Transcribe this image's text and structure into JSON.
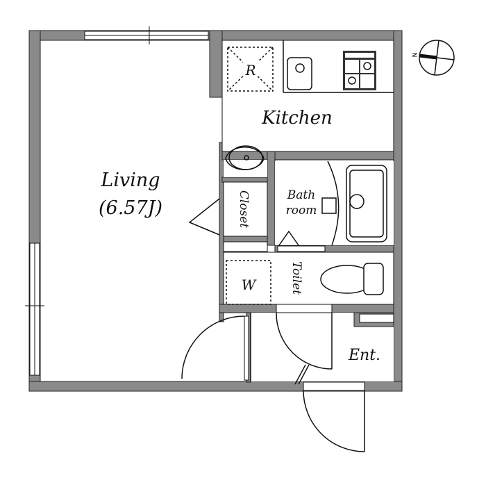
{
  "rooms": {
    "living": {
      "name": "Living",
      "size": "(6.57J)"
    },
    "kitchen": {
      "name": "Kitchen"
    },
    "fridge": {
      "label": "R"
    },
    "bath": {
      "line1": "Bath",
      "line2": "room"
    },
    "closet": {
      "name": "Closet"
    },
    "washer": {
      "label": "W"
    },
    "toilet": {
      "name": "Toilet"
    },
    "entrance": {
      "name": "Ent."
    }
  },
  "compass": {
    "north": "N"
  },
  "colors": {
    "wall": "#8a8a8a",
    "line": "#111111"
  }
}
